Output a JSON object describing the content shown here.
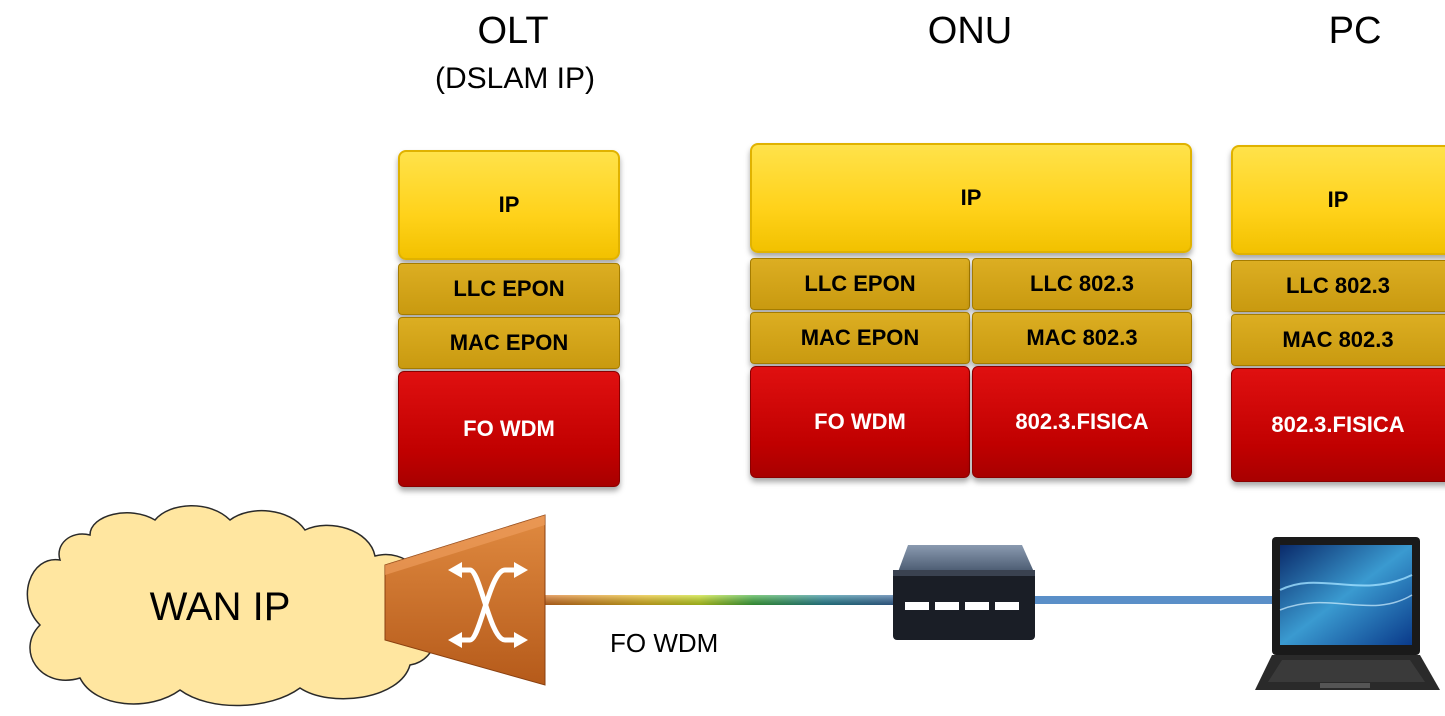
{
  "headers": {
    "olt": "OLT",
    "olt_sub": "(DSLAM IP)",
    "onu": "ONU",
    "pc": "PC"
  },
  "olt_stack": {
    "ip": "IP",
    "llc": "LLC EPON",
    "mac": "MAC EPON",
    "phy": "FO WDM"
  },
  "onu_stack": {
    "ip": "IP",
    "llc_left": "LLC EPON",
    "llc_right": "LLC 802.3",
    "mac_left": "MAC EPON",
    "mac_right": "MAC 802.3",
    "phy_left": "FO WDM",
    "phy_right": "802.3.FISICA"
  },
  "pc_stack": {
    "ip": "IP",
    "llc": "LLC 802.3",
    "mac": "MAC 802.3",
    "phy": "802.3.FISICA"
  },
  "bottom": {
    "cloud_label": "WAN IP",
    "link_label": "FO WDM"
  }
}
